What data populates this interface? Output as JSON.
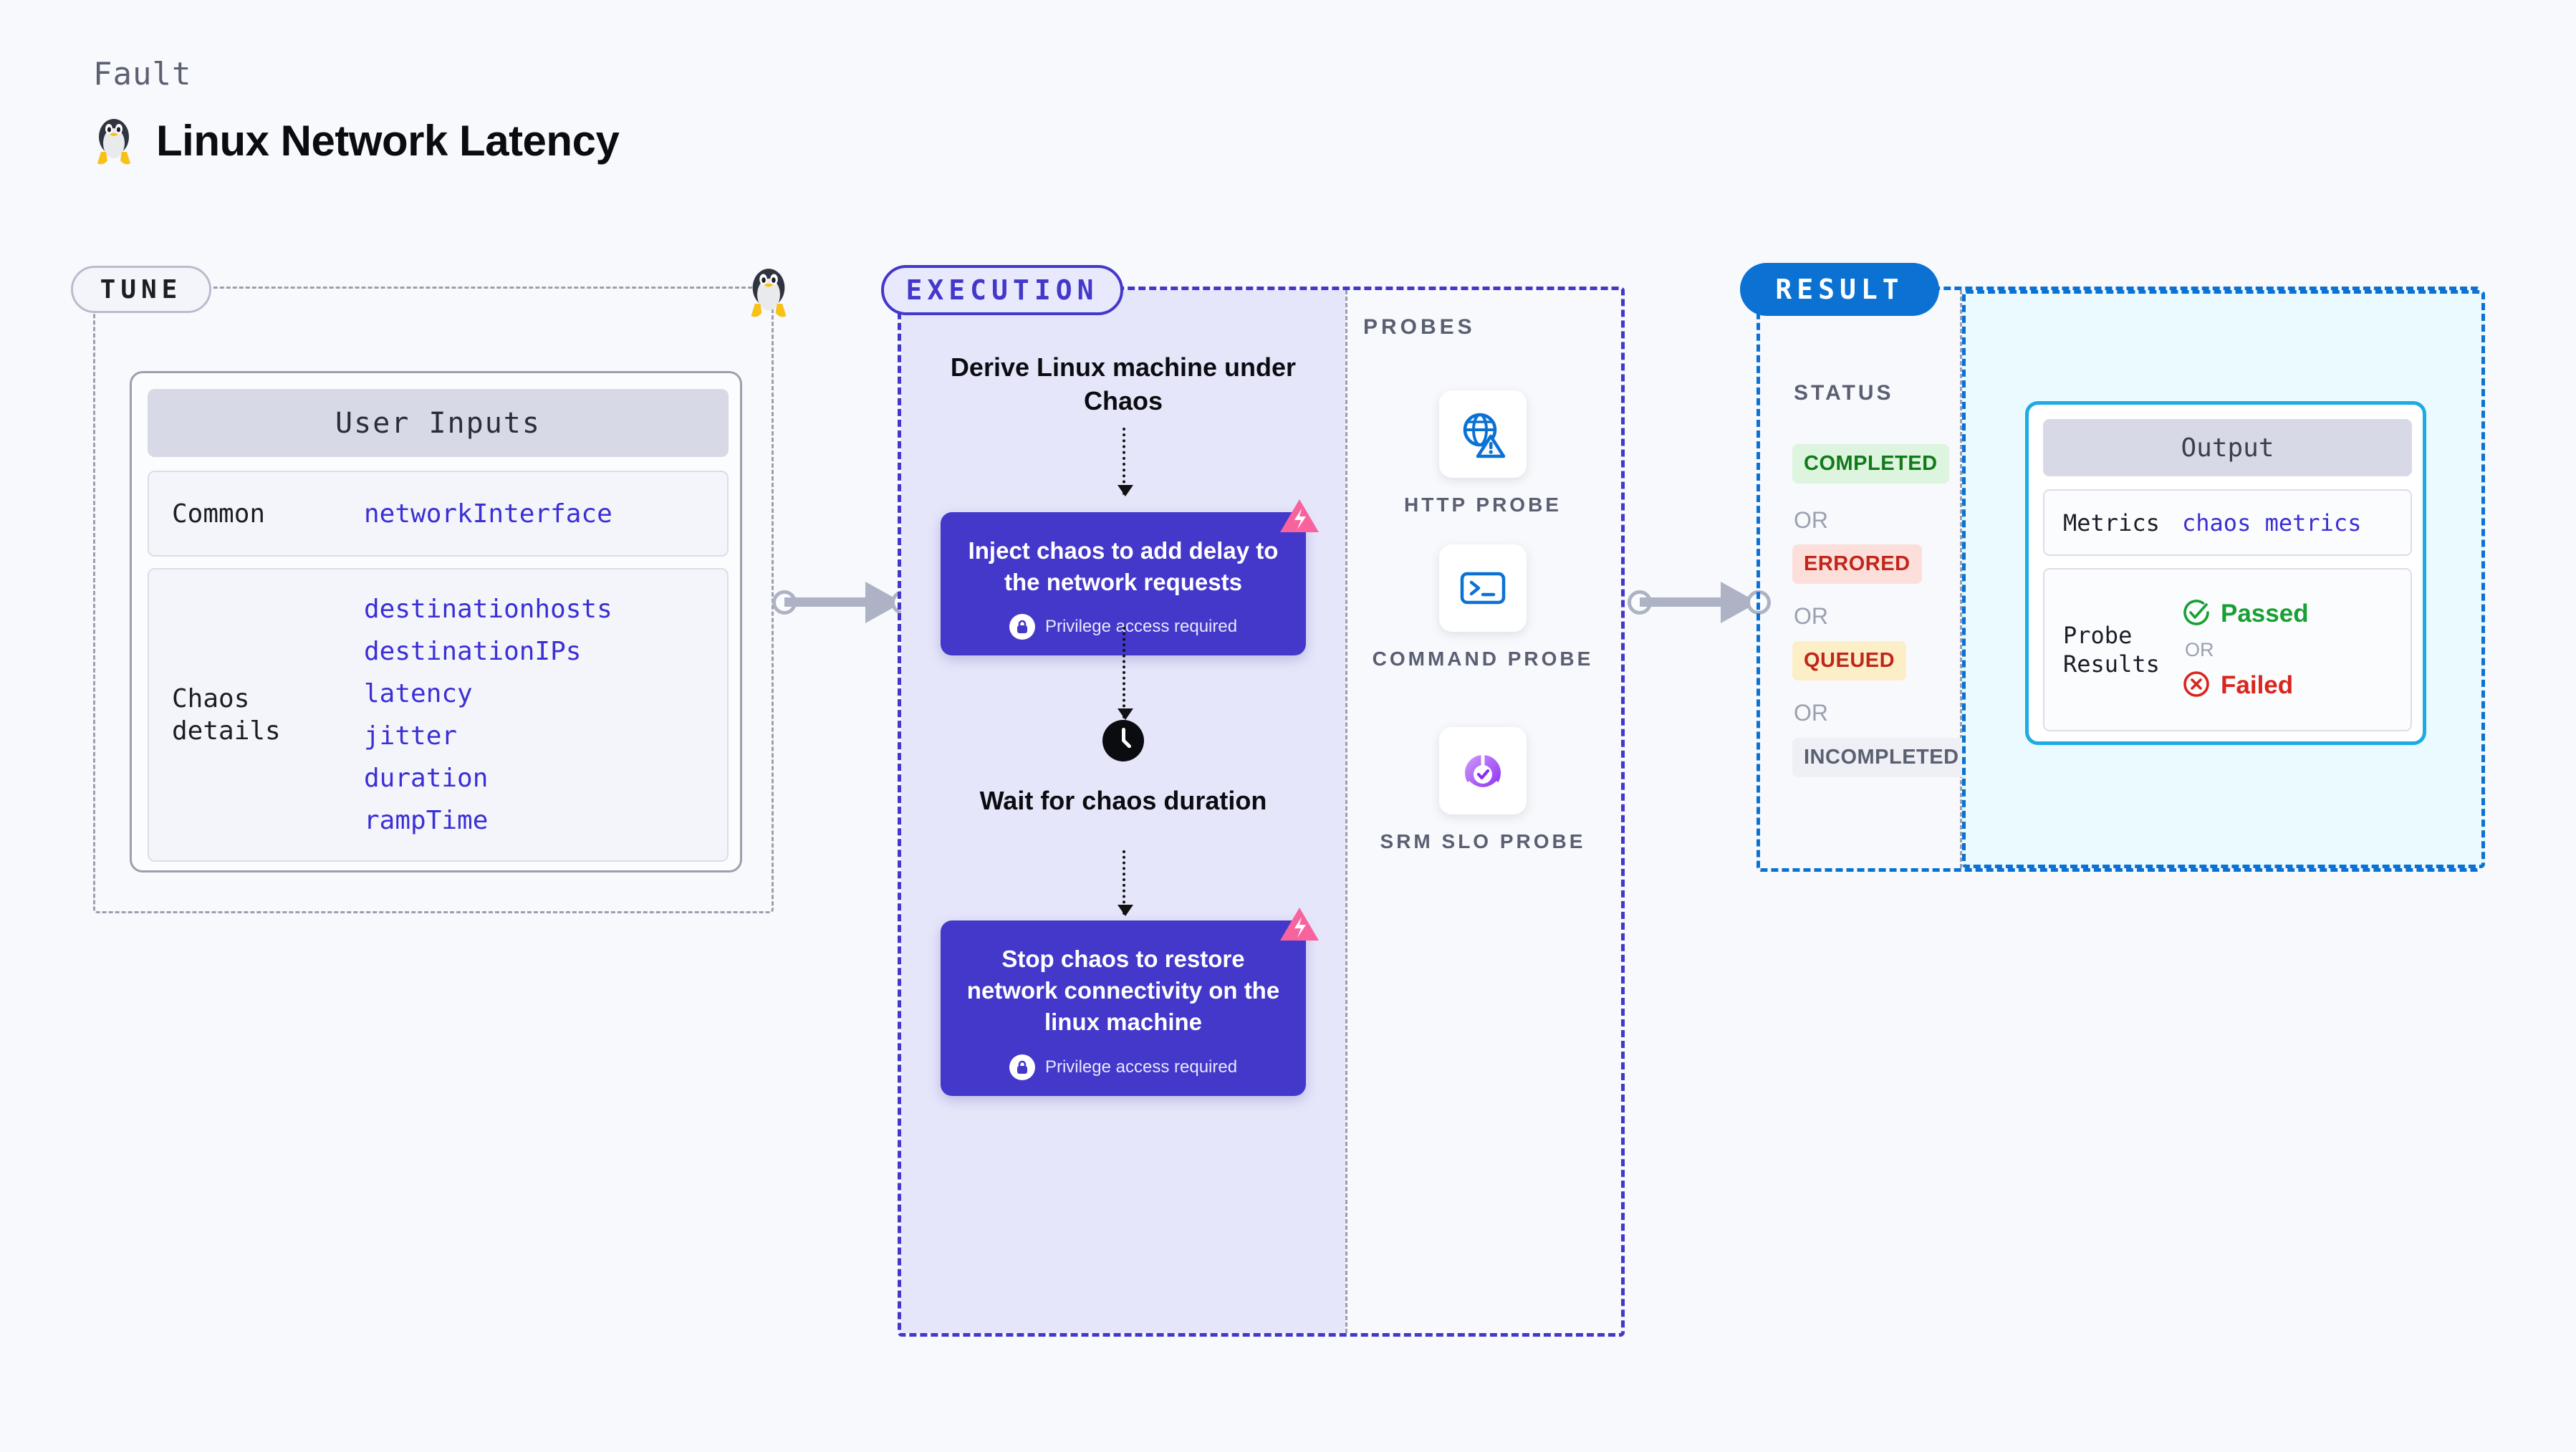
{
  "header": {
    "kicker": "Fault",
    "title": "Linux Network Latency",
    "icon": "linux-tux-icon"
  },
  "tune": {
    "pill_label": "TUNE",
    "card_title": "User Inputs",
    "rows": [
      {
        "label": "Common",
        "values": [
          "networkInterface"
        ]
      },
      {
        "label": "Chaos details",
        "values": [
          "destinationhosts",
          "destinationIPs",
          "latency",
          "jitter",
          "duration",
          "rampTime"
        ]
      }
    ]
  },
  "execution": {
    "pill_label": "EXECUTION",
    "steps": [
      {
        "type": "label",
        "text": "Derive Linux machine under Chaos"
      },
      {
        "type": "node",
        "title": "Inject chaos to add delay to the network requests",
        "privilege": "Privilege access required",
        "badge": "chaos-badge-icon"
      },
      {
        "type": "label",
        "text": "Wait for chaos duration",
        "icon": "clock-icon"
      },
      {
        "type": "node",
        "title": "Stop chaos to restore network connectivity on the linux machine",
        "privilege": "Privilege access required",
        "badge": "chaos-badge-icon"
      }
    ]
  },
  "probes": {
    "title": "PROBES",
    "items": [
      {
        "label": "HTTP PROBE",
        "icon": "globe-warning-icon"
      },
      {
        "label": "COMMAND PROBE",
        "icon": "terminal-prompt-icon"
      },
      {
        "label": "SRM SLO PROBE",
        "icon": "srm-slo-donut-icon"
      }
    ]
  },
  "result": {
    "pill_label": "RESULT",
    "status_title": "STATUS",
    "or_label": "OR",
    "statuses": [
      {
        "label": "COMPLETED",
        "bg": "#ddf4de",
        "fg": "#117a1a"
      },
      {
        "label": "ERRORED",
        "bg": "#fcdedb",
        "fg": "#c0261a"
      },
      {
        "label": "QUEUED",
        "bg": "#fcefc7",
        "fg": "#c0261a"
      },
      {
        "label": "INCOMPLETED",
        "bg": "#eef0f5",
        "fg": "#5a5f72"
      }
    ],
    "output": {
      "title": "Output",
      "metrics_label": "Metrics",
      "metrics_value": "chaos metrics",
      "probe_results_label": "Probe Results",
      "passed_label": "Passed",
      "failed_label": "Failed",
      "or_label": "OR"
    }
  },
  "colors": {
    "background": "#f8f9fc",
    "execution_accent": "#4338ca",
    "execution_fill": "#e6e6fb",
    "result_accent": "#0b72d4",
    "result_fill": "#eafaff",
    "output_border": "#1cabe3",
    "mono_value": "#3b2fd6",
    "chaos_badge": "#f8639e",
    "connector": "#adb2c4"
  }
}
